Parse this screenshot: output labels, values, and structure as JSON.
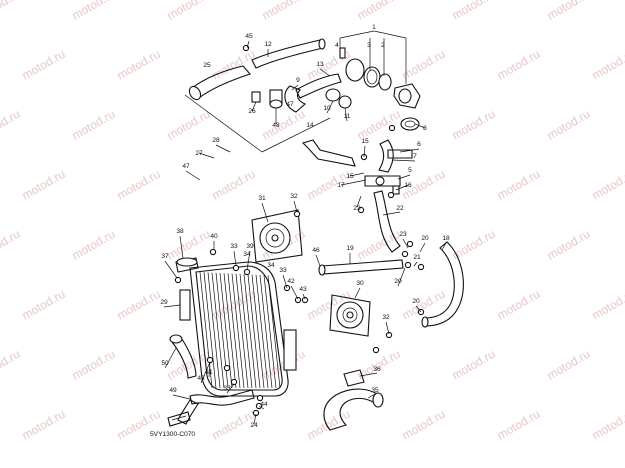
{
  "diagram": {
    "code": "5VY1300-C070",
    "watermark": "motod.ru",
    "callouts": [
      "1",
      "2",
      "3",
      "4",
      "5",
      "6",
      "7",
      "8",
      "9",
      "10",
      "11",
      "12",
      "13",
      "14",
      "15",
      "16",
      "17",
      "18",
      "19",
      "20",
      "21",
      "22",
      "23",
      "24",
      "25",
      "26",
      "27",
      "28",
      "29",
      "30",
      "31",
      "32",
      "33",
      "34",
      "35",
      "36",
      "37",
      "38",
      "39",
      "40",
      "41",
      "42",
      "43",
      "44",
      "45",
      "46",
      "47",
      "48",
      "49",
      "50"
    ]
  }
}
